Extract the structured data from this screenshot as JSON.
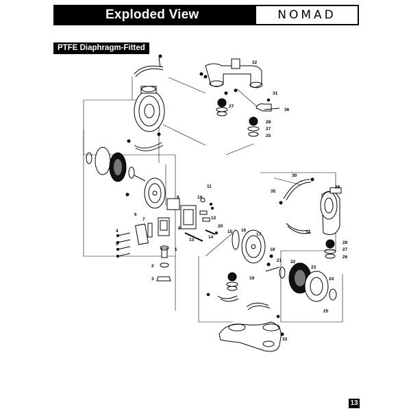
{
  "header": {
    "title": "Exploded View",
    "logo": "NOMAD"
  },
  "section": {
    "label": "PTFE Diaphragm-Fitted"
  },
  "page": {
    "number": "13"
  },
  "callouts": [
    "1",
    "2",
    "3",
    "4",
    "5",
    "6",
    "7",
    "8",
    "9",
    "10",
    "11",
    "12",
    "13",
    "14",
    "15",
    "16",
    "17",
    "18",
    "19",
    "20",
    "21",
    "22",
    "23",
    "24",
    "25",
    "26",
    "27",
    "28",
    "29",
    "30",
    "31",
    "32",
    "33",
    "34",
    "35",
    "36"
  ]
}
